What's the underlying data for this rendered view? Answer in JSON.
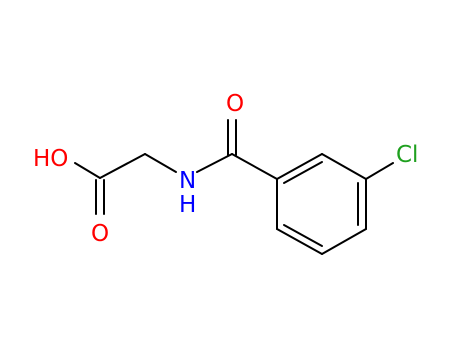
{
  "colors": {
    "bond": "#000000",
    "oxygen": "#ff0000",
    "nitrogen": "#0000ff",
    "chlorine": "#1fa01f",
    "carbon": "#000000"
  },
  "atoms": {
    "acid_hydroxyl_label": "HO",
    "acid_carbonyl_o_label": "O",
    "amide_nh_n_label": "N",
    "amide_nh_h_label": "H",
    "amide_carbonyl_o_label": "O",
    "chloro_label": "Cl"
  }
}
